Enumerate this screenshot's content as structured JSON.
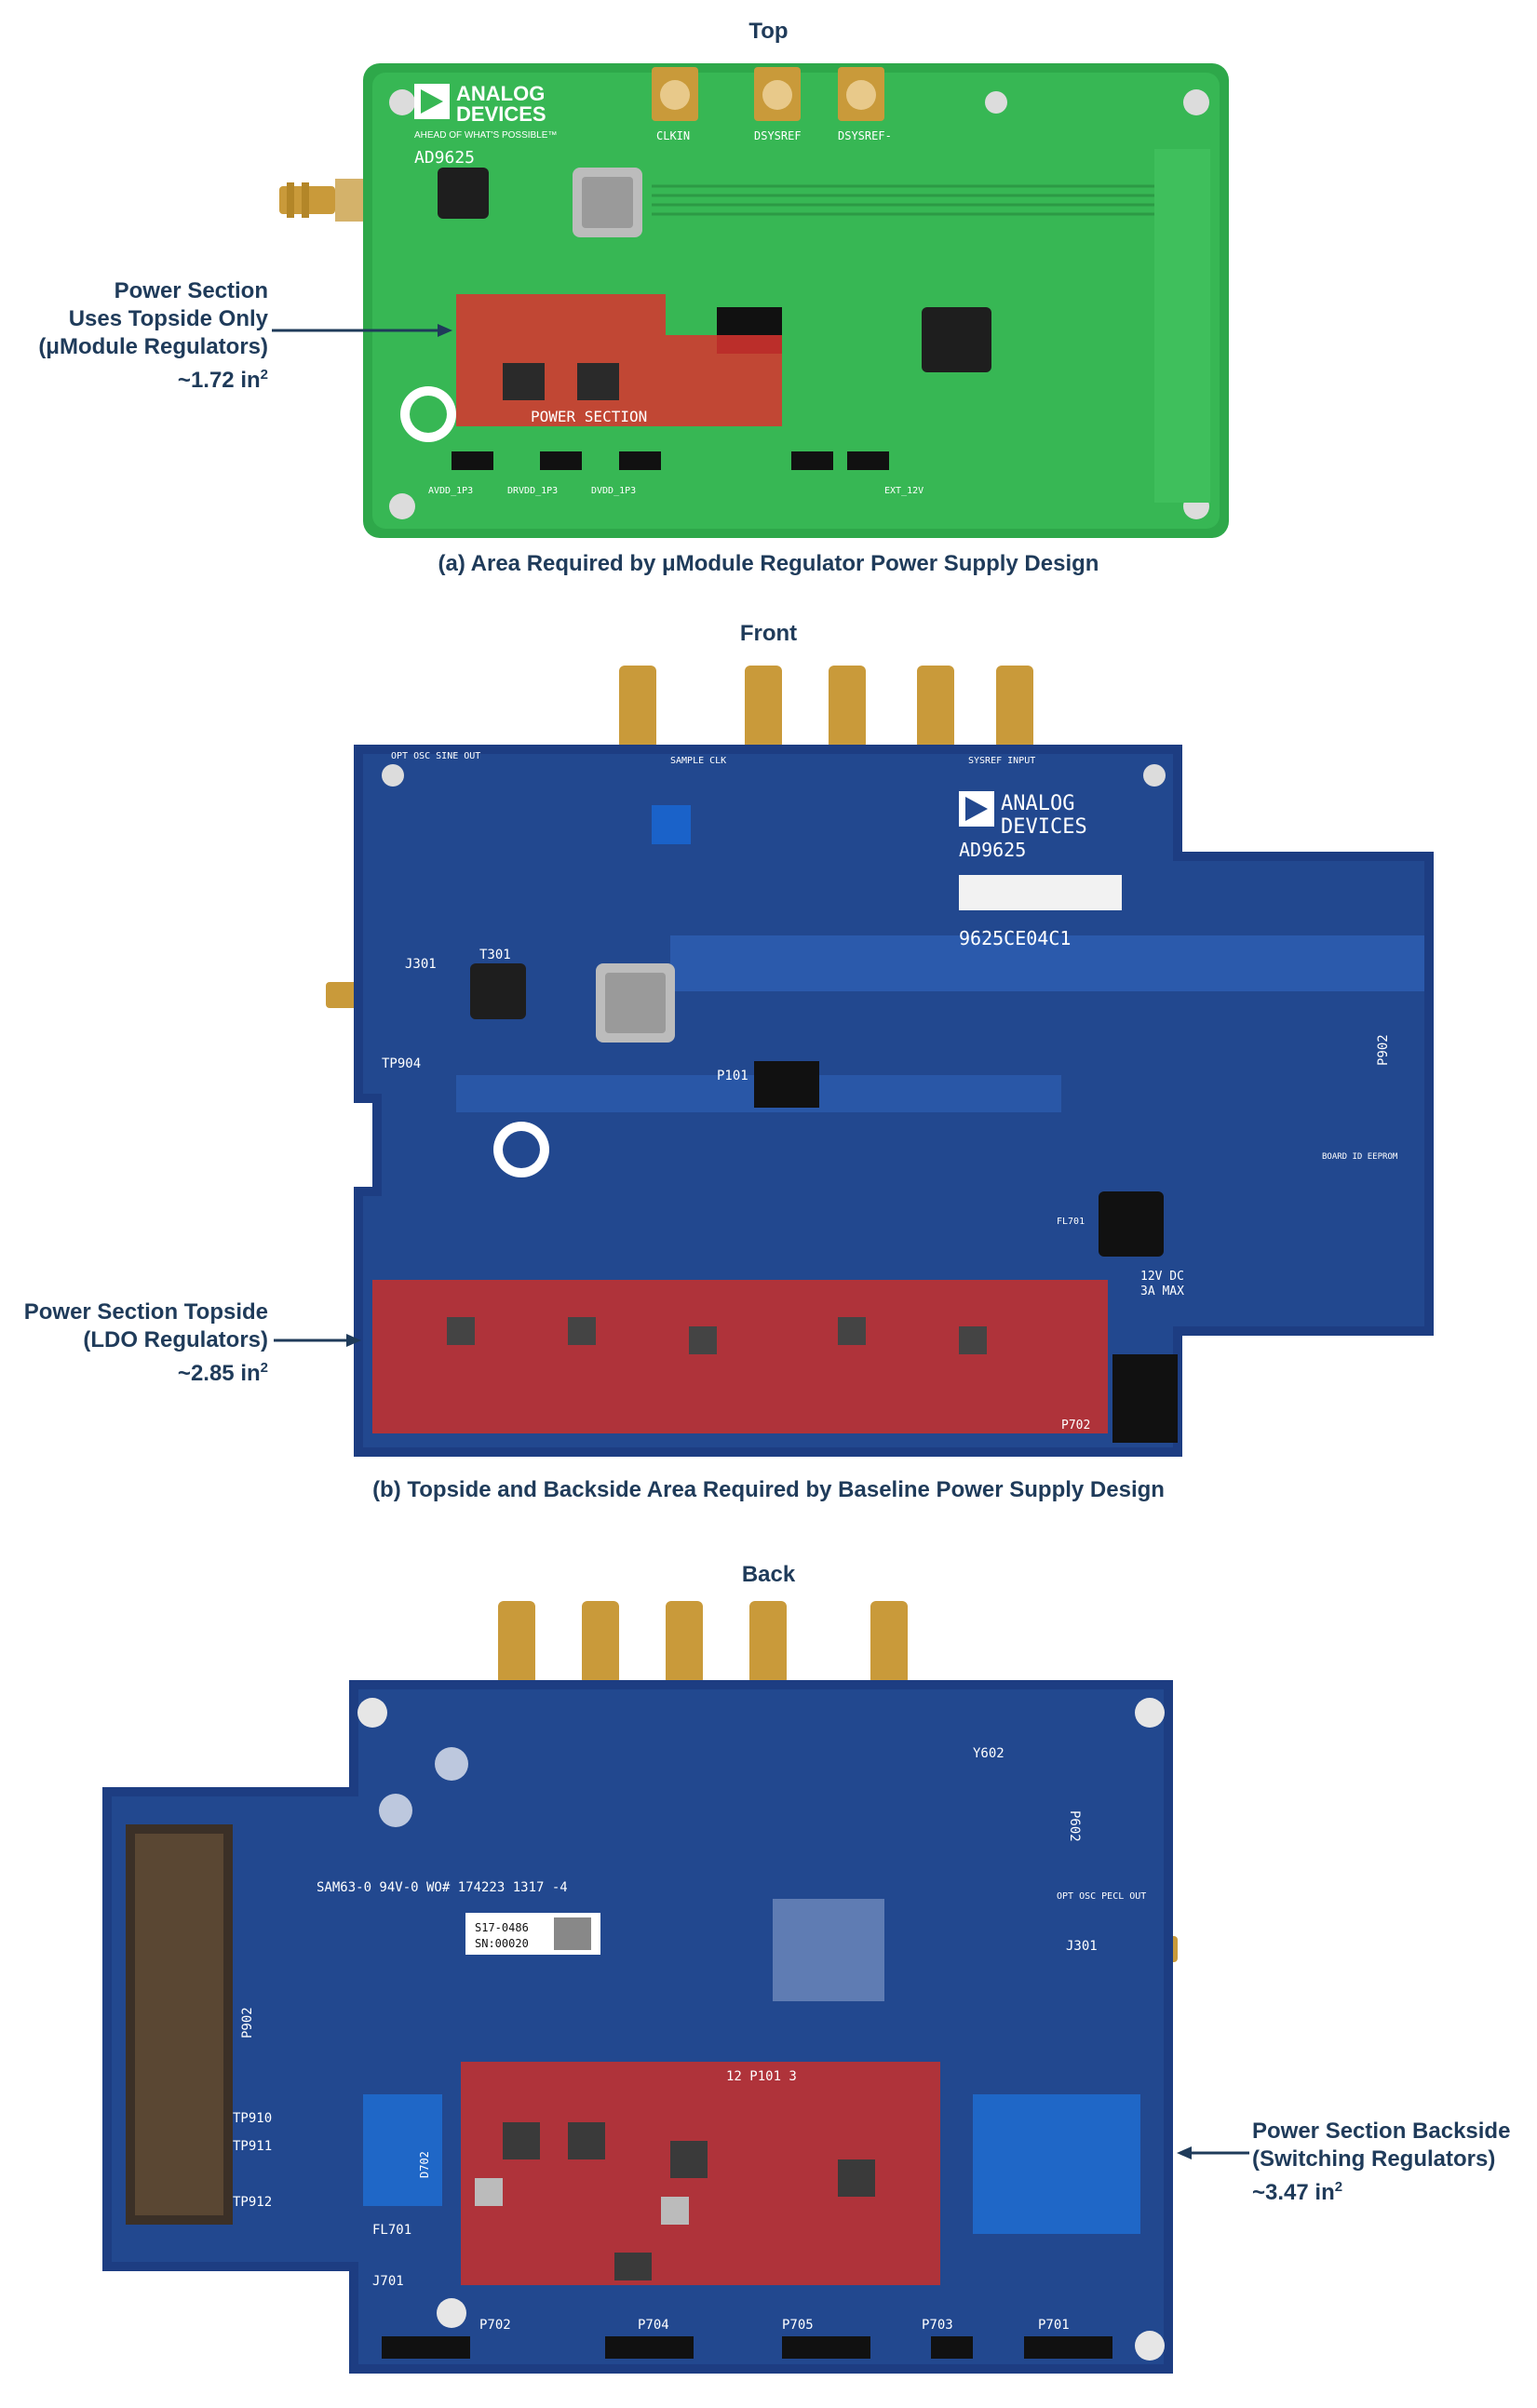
{
  "panel_a": {
    "heading": "Top",
    "caption": "(a) Area Required by μModule Regulator Power Supply Design",
    "callout": {
      "line1": "Power Section",
      "line2": "Uses Topside Only",
      "line3": "(μModule Regulators)",
      "line4": "~1.72 in",
      "sup": "2"
    },
    "board": {
      "logo_line1": "ANALOG",
      "logo_line2": "DEVICES",
      "tagline": "AHEAD OF WHAT'S POSSIBLE™",
      "part": "AD9625",
      "labels": {
        "clkin": "CLKIN",
        "dsysref1": "DSYSREF",
        "dsysref2": "DSYSREF-",
        "power_section": "POWER SECTION",
        "avdd": "AVDD_1P3",
        "drvdd": "DRVDD_1P3",
        "dvdd": "DVDD_1P3",
        "ext12v": "EXT_12V"
      }
    }
  },
  "panel_b": {
    "heading": "Front",
    "caption": "(b) Topside and Backside Area Required by Baseline Power Supply Design",
    "callout": {
      "line1": "Power Section Topside",
      "line2": "(LDO Regulators)",
      "line3": "~2.85 in",
      "sup": "2"
    },
    "board": {
      "logo_line1": "ANALOG",
      "logo_line2": "DEVICES",
      "part": "AD9625",
      "serial": "9625CE04C1",
      "labels": {
        "opt_osc": "OPT OSC SINE OUT",
        "sample_clk": "SAMPLE CLK",
        "sysref_in": "SYSREF INPUT",
        "p902": "P902",
        "tp904": "TP904",
        "twelve_v": "12V DC",
        "three_a": "3A MAX",
        "board_id": "BOARD ID EEPROM",
        "fl701": "FL701",
        "p702": "P702",
        "t301": "T301",
        "j301": "J301",
        "p101": "P101"
      }
    }
  },
  "panel_c": {
    "heading": "Back",
    "callout": {
      "line1": "Power Section Backside",
      "line2": "(Switching Regulators)",
      "line3": "~3.47 in",
      "sup": "2"
    },
    "board": {
      "sticker_line1": "S17-0486",
      "sticker_line2": "SN:00020",
      "silk": "SAM63-0 94V-0   WO# 174223   1317   -4",
      "labels": {
        "p902": "P902",
        "tp910": "TP910",
        "tp911": "TP911",
        "tp912": "TP912",
        "fl701": "FL701",
        "j701": "J701",
        "d702": "D702",
        "p702": "P702",
        "p704": "P704",
        "p705": "P705",
        "p703": "P703",
        "p701": "P701",
        "y602": "Y602",
        "p602": "P602",
        "j301": "J301",
        "opt_osc": "OPT OSC PECL OUT",
        "p101": "12 P101 3"
      }
    }
  }
}
